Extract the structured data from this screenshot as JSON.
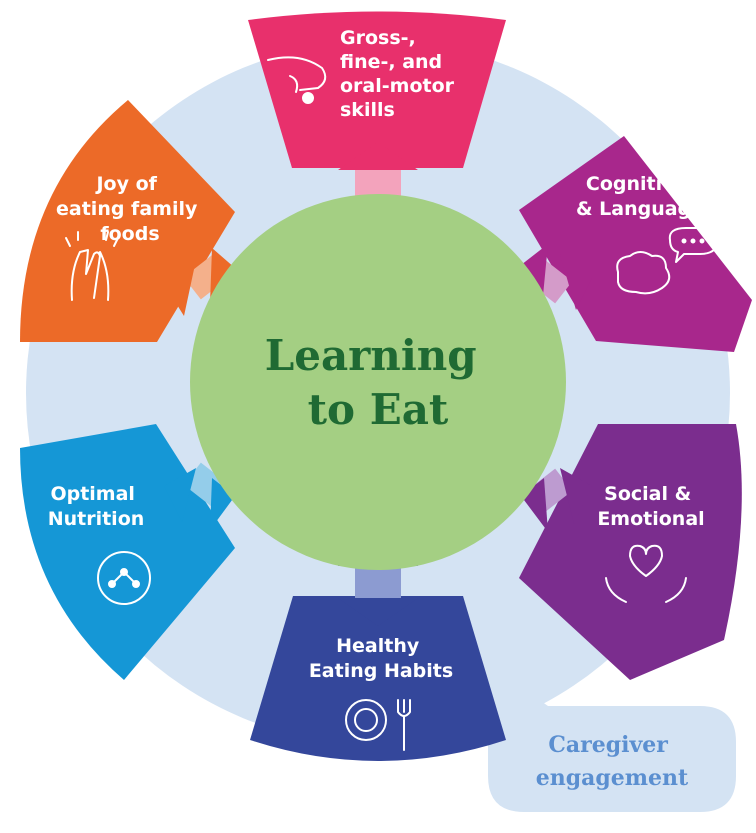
{
  "center": {
    "line1": "Learning",
    "line2": "to Eat"
  },
  "segments": {
    "motor": {
      "lines": [
        "Gross-,",
        "fine-, and",
        "oral-motor",
        "skills"
      ],
      "color": "#e8306c",
      "icon": "hand-pinch-icon"
    },
    "cognitive": {
      "lines": [
        "Cognitive",
        "& Language"
      ],
      "color": "#a8278c",
      "icon": "brain-speech-icon"
    },
    "social": {
      "lines": [
        "Social &",
        "Emotional"
      ],
      "color": "#7b2d8e",
      "icon": "heart-hands-icon"
    },
    "habits": {
      "lines": [
        "Healthy",
        "Eating Habits"
      ],
      "color": "#34479b",
      "icon": "plate-fork-icon"
    },
    "nutrition": {
      "lines": [
        "Optimal",
        "Nutrition"
      ],
      "color": "#1597d6",
      "icon": "molecule-icon"
    },
    "joy": {
      "lines": [
        "Joy of",
        "eating family",
        "foods"
      ],
      "color": "#ec6a28",
      "icon": "high-five-icon"
    }
  },
  "bubble": {
    "lines": [
      "Caregiver",
      "engagement"
    ]
  },
  "colors": {
    "ring": "#d4e3f3",
    "center": "#a4cf83",
    "center_text": "#1f6a33",
    "bubble_text": "#5b8fd0"
  }
}
